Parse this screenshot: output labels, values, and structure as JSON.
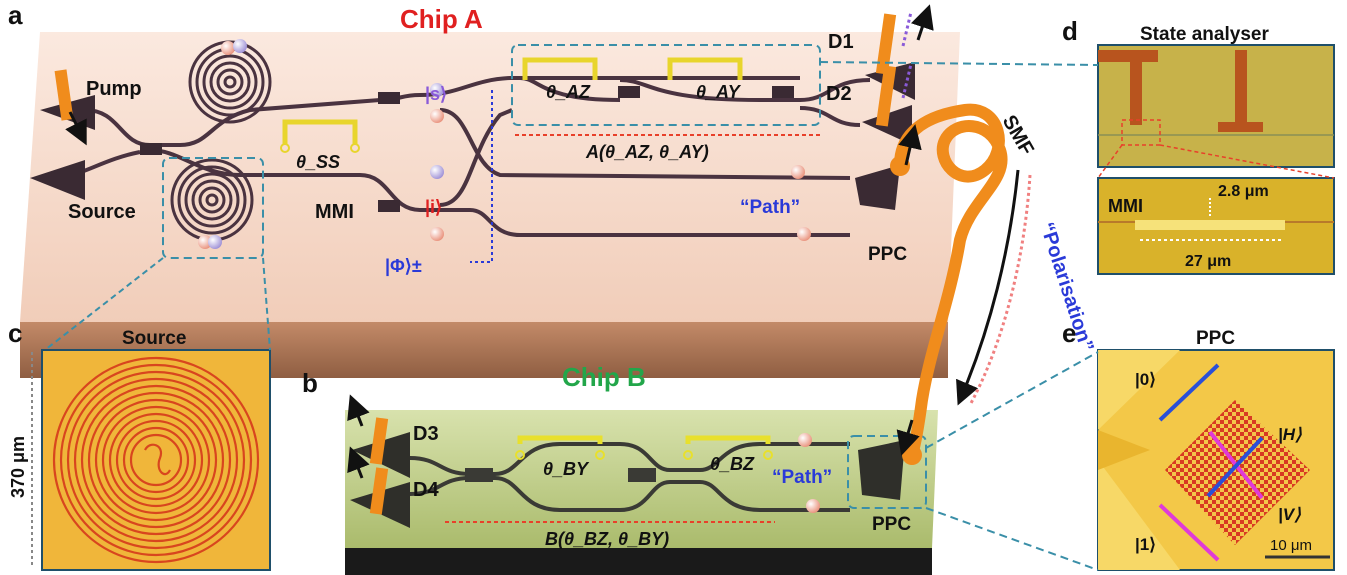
{
  "panel_labels": {
    "a": "a",
    "b": "b",
    "c": "c",
    "d": "d",
    "e": "e"
  },
  "chip_a": {
    "title": "Chip A",
    "pump": "Pump",
    "source": "Source",
    "mmi": "MMI",
    "theta_ss": "θ_SS",
    "theta_az": "θ_AZ",
    "theta_ay": "θ_AY",
    "s_state": "|s⟩",
    "i_state": "|i⟩",
    "phi_state": "|Φ⟩±",
    "a_meas": "A(θ_AZ, θ_AY)",
    "path": "“Path”",
    "ppc": "PPC",
    "d1": "D1",
    "d2": "D2"
  },
  "fibre": {
    "smf": "SMF",
    "polarisation": "“Polarisation”"
  },
  "chip_b": {
    "title": "Chip B",
    "d3": "D3",
    "d4": "D4",
    "theta_by": "θ_BY",
    "theta_bz": "θ_BZ",
    "path": "“Path”",
    "ppc": "PPC",
    "b_meas": "B(θ_BZ, θ_BY)"
  },
  "panel_c": {
    "title": "Source",
    "size": "370 μm"
  },
  "panel_d": {
    "title": "State analyser",
    "mmi": "MMI",
    "width": "2.8 μm",
    "length": "27 μm"
  },
  "panel_e": {
    "title": "PPC",
    "k0": "|0⟩",
    "k1": "|1⟩",
    "kH": "|H⟩",
    "kV": "|V⟩",
    "scale": "10 μm"
  },
  "colors": {
    "chip_a_top": "#f6dccd",
    "chip_a_side": "#b07a5c",
    "chip_b_top": "#c7d39b",
    "chip_b_side": "#1a1a1a",
    "waveguide": "#4a3340",
    "heater": "#e8d52c",
    "fibre": "#f08c1c",
    "title_a": "#e02020",
    "title_b": "#22a64a",
    "callout": "#3a8fa8",
    "measure": "#e8402a",
    "blue_label": "#2a3ad8"
  }
}
